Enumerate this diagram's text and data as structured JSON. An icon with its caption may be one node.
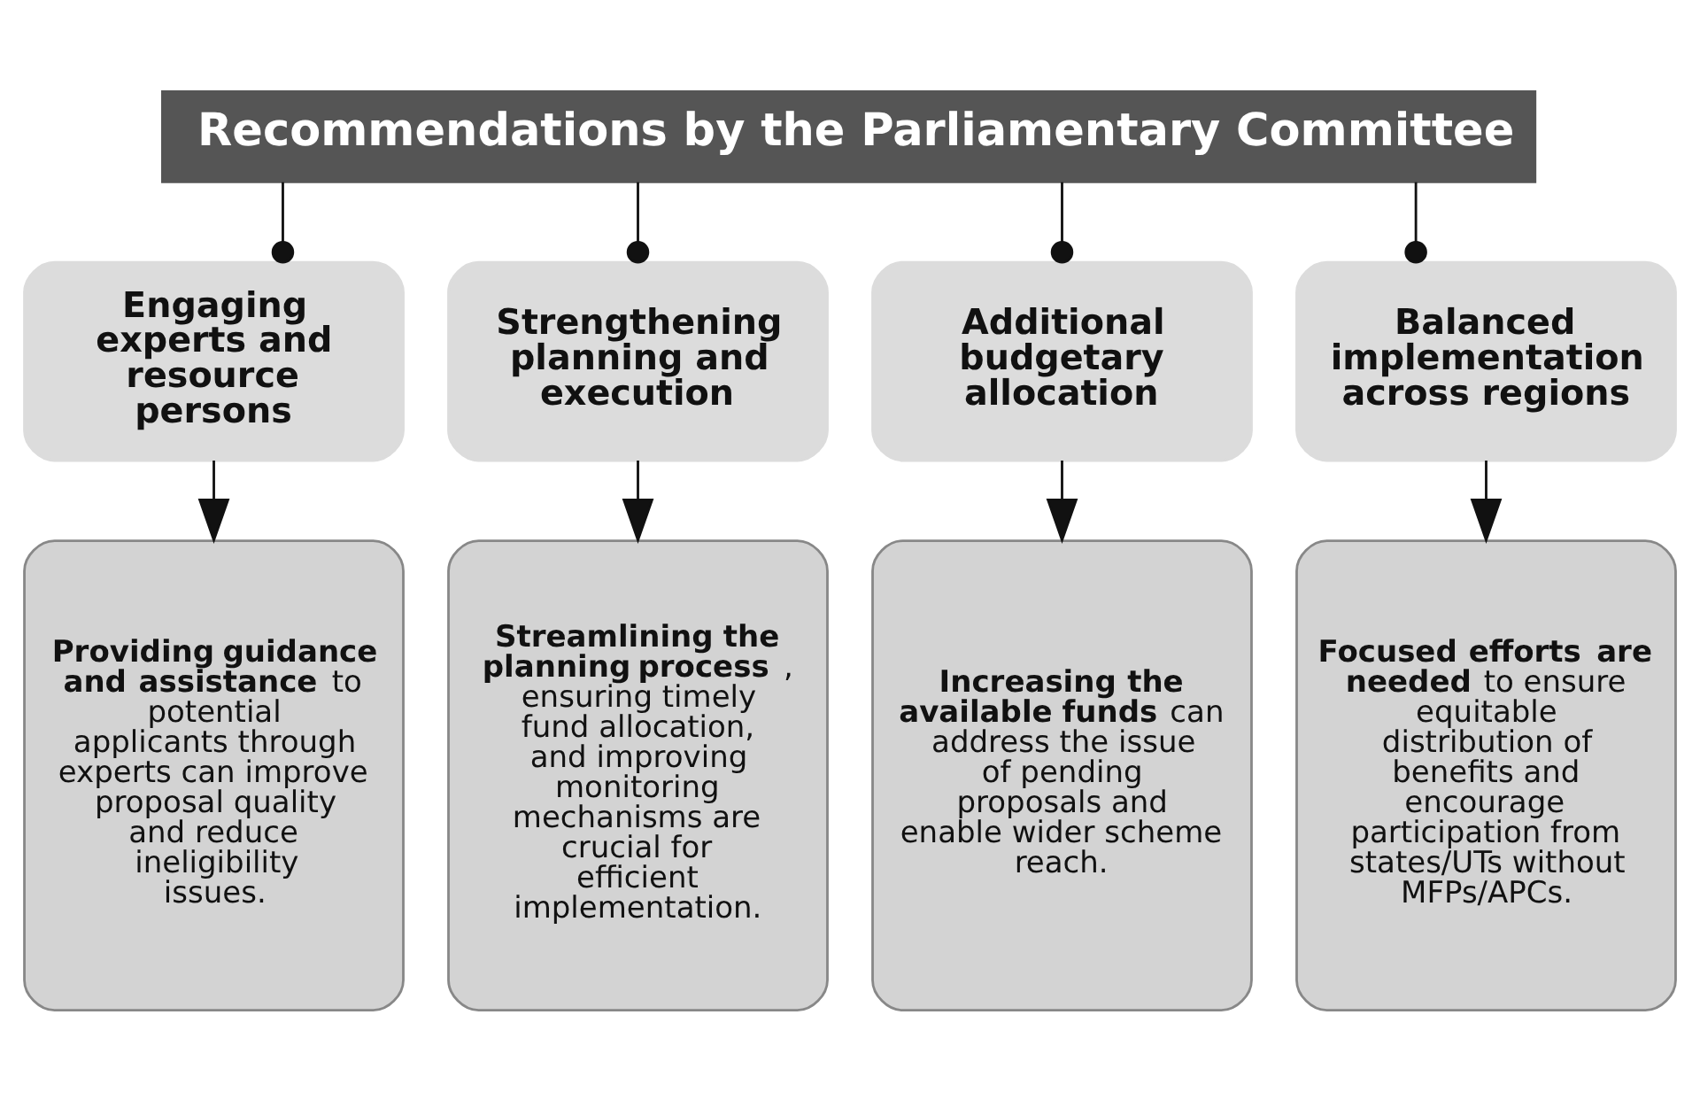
{
  "diagram": {
    "nodes": [
      {
        "text": [
          "Recommendations by the Parliamentary Committee"
        ]
      },
      {
        "text": [
          "Engaging experts and resource persons"
        ]
      },
      {
        "text": [
          "Strengthening planning and execution"
        ]
      },
      {
        "text": [
          "Additional budgetary allocation"
        ]
      },
      {
        "text": [
          "Balanced implementation across regions"
        ]
      },
      {
        "text": [
          "**Providing guidance and assistance** to potential applicants through experts can improve proposal quality and reduce ineligibility issues."
        ]
      },
      {
        "text": [
          "**Streamlining the planning process**, ensuring timely fund allocation, and improving monitoring mechanisms are crucial for efficient implementation."
        ]
      },
      {
        "text": [
          "**Increasing the available funds** can address the issue of pending proposals and enable wider scheme reach."
        ]
      },
      {
        "text": [
          "**Focused efforts are needed** to ensure equitable distribution of benefits and encourage participation from states/UTs without MFPs/APCs."
        ]
      }
    ],
    "edges": [
      {
        "from": 0,
        "to": 1,
        "arrow": "other"
      },
      {
        "from": 0,
        "to": 2,
        "arrow": "other"
      },
      {
        "from": 0,
        "to": 3,
        "arrow": "other"
      },
      {
        "from": 0,
        "to": 4,
        "arrow": "other"
      },
      {
        "from": 1,
        "to": 5,
        "arrow": "to"
      },
      {
        "from": 2,
        "to": 6,
        "arrow": "to"
      },
      {
        "from": 3,
        "to": 7,
        "arrow": "to"
      },
      {
        "from": 4,
        "to": 8,
        "arrow": "to"
      }
    ]
  }
}
